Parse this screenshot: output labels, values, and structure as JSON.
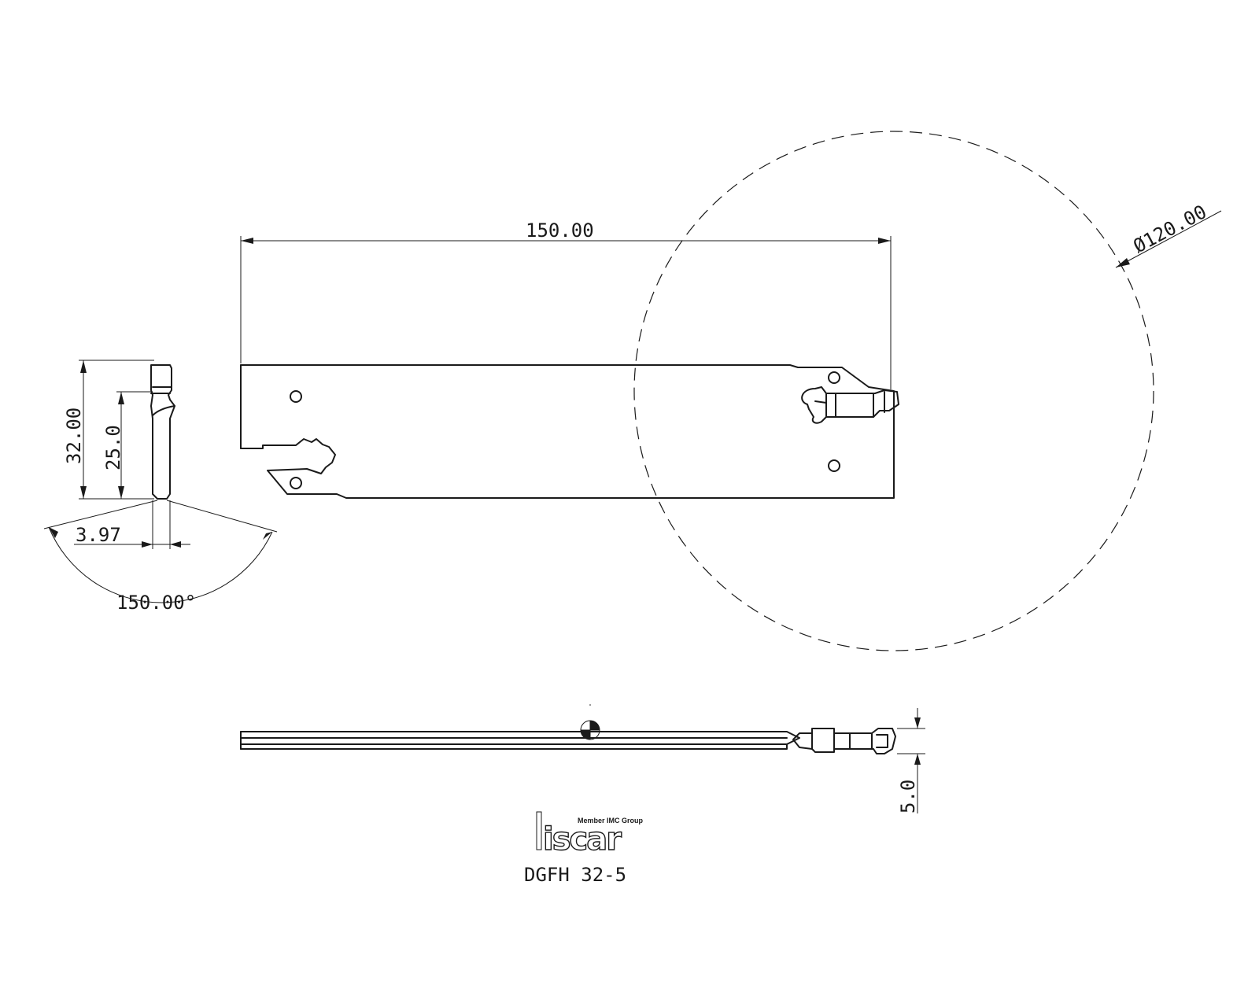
{
  "dimensions": {
    "length": "150.00",
    "diameter": "Ø120.00",
    "height_total": "32.00",
    "height_shank": "25.0",
    "blade_width": "3.97",
    "angle": "150.00°",
    "insert_width": "5.0"
  },
  "logo": {
    "tagline": "Member IMC Group",
    "brand": "iscar"
  },
  "model_code": "DGFH 32-5",
  "colors": {
    "line": "#1a1a1a",
    "background": "#ffffff"
  }
}
